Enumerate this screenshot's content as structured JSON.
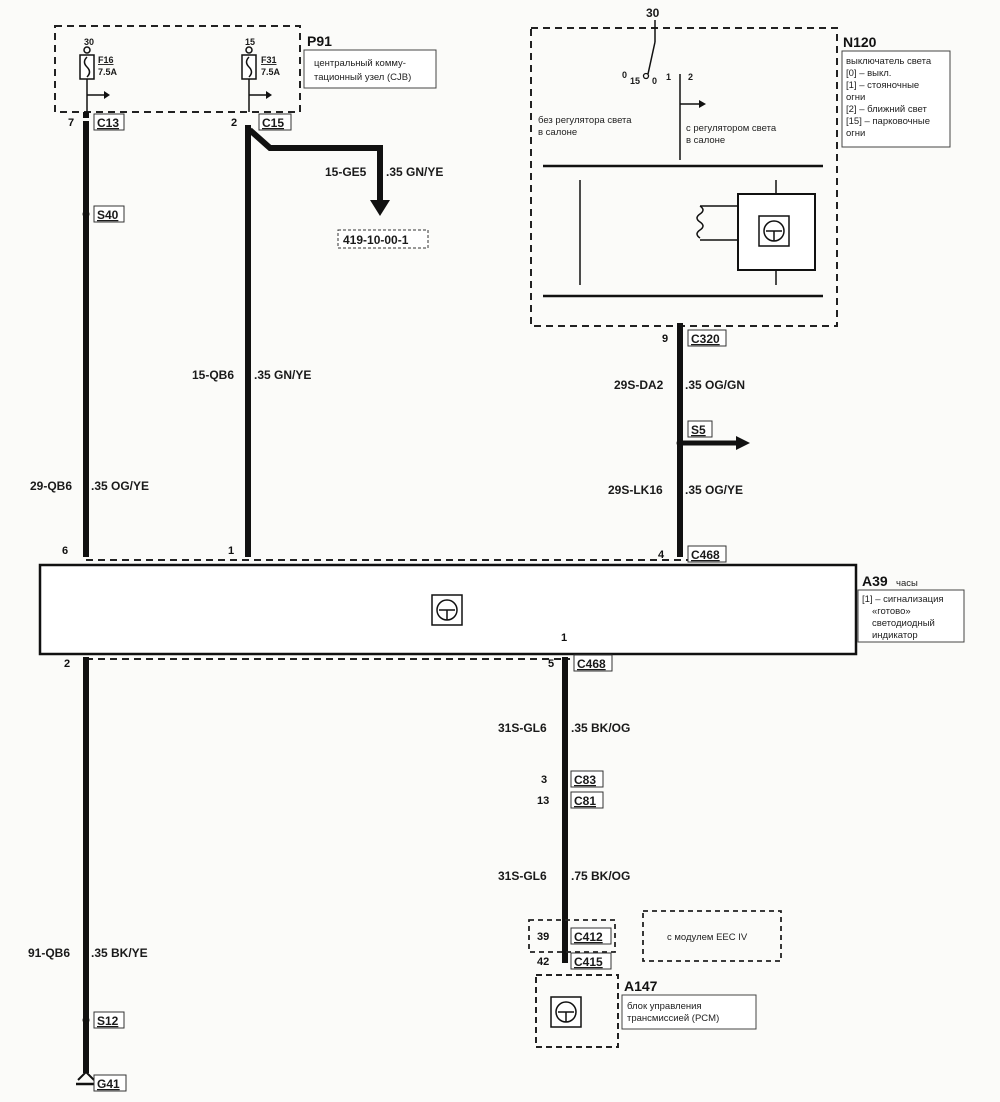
{
  "components": {
    "p91": {
      "id": "P91",
      "desc_line1": "центральный комму-",
      "desc_line2": "тационный узел (CJB)",
      "fuse_left": {
        "terminal": "30",
        "name": "F16",
        "rating": "7.5A"
      },
      "fuse_right": {
        "terminal": "15",
        "name": "F31",
        "rating": "7.5A"
      }
    },
    "n120": {
      "id": "N120",
      "desc_lines": [
        "выключатель света",
        "[0] – выкл.",
        "[1] – стояночные",
        "огни",
        "[2] – ближний свет",
        "[15] – парковочные",
        "огни"
      ],
      "terminal_top": "30",
      "switch_positions": [
        "0",
        "15",
        "0",
        "1",
        "2"
      ],
      "without_dimmer_line1": "без регулятора света",
      "without_dimmer_line2": "в салоне",
      "with_dimmer_line1": "с регулятором света",
      "with_dimmer_line2": "в салоне"
    },
    "a39": {
      "id": "A39",
      "desc_lines": [
        "часы",
        "[1] – сигнализация",
        "«готово»",
        "светодиодный",
        "индикатор"
      ],
      "inner_pin": "1"
    },
    "a147": {
      "id": "A147",
      "desc_line1": "блок управления",
      "desc_line2": "трансмиссией (PCM)"
    },
    "eec_note": "с модулем EEC IV"
  },
  "connectors": {
    "c13": {
      "pin": "7",
      "name": "C13"
    },
    "c15": {
      "pin": "2",
      "name": "C15"
    },
    "c320": {
      "pin": "9",
      "name": "C320"
    },
    "c468_top": {
      "pin": "4",
      "name": "C468"
    },
    "c468_bottom": {
      "pin": "5",
      "name": "C468"
    },
    "c83": {
      "pin": "3",
      "name": "C83"
    },
    "c81": {
      "pin": "13",
      "name": "C81"
    },
    "c412": {
      "pin": "39",
      "name": "C412"
    },
    "c415": {
      "pin": "42",
      "name": "C415"
    },
    "a39_pin_left_top": "6",
    "a39_pin_mid_top": "1",
    "a39_pin_left_bottom": "2"
  },
  "splices": {
    "s40": "S40",
    "s5": "S5",
    "s12": "S12"
  },
  "ground": "G41",
  "reference": "419-10-00-1",
  "wires": {
    "w15_ge5": {
      "circuit": "15-GE5",
      "spec": ".35 GN/YE"
    },
    "w15_qb6": {
      "circuit": "15-QB6",
      "spec": ".35 GN/YE"
    },
    "w29_qb6": {
      "circuit": "29-QB6",
      "spec": ".35 OG/YE"
    },
    "w29s_da2": {
      "circuit": "29S-DA2",
      "spec": ".35 OG/GN"
    },
    "w29s_lk16": {
      "circuit": "29S-LK16",
      "spec": ".35 OG/YE"
    },
    "w31s_gl6_a": {
      "circuit": "31S-GL6",
      "spec": ".35 BK/OG"
    },
    "w31s_gl6_b": {
      "circuit": "31S-GL6",
      "spec": ".75 BK/OG"
    },
    "w91_qb6": {
      "circuit": "91-QB6",
      "spec": ".35 BK/YE"
    }
  }
}
